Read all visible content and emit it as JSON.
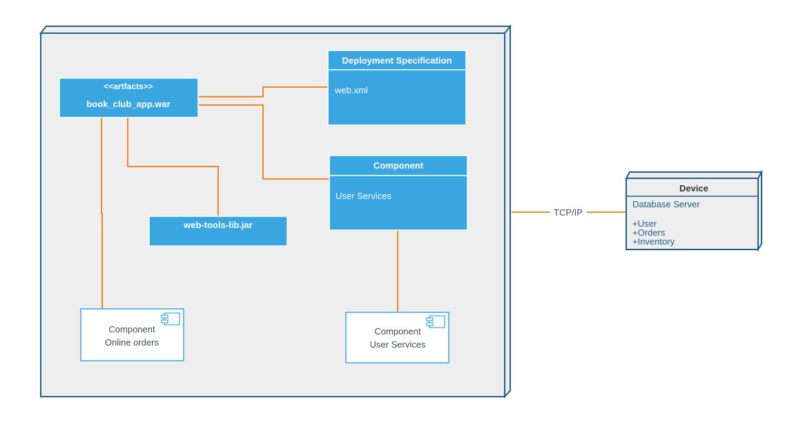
{
  "colors": {
    "node_border": "#1f5f8b",
    "node_fill": "#eeeeef",
    "box_fill": "#39a6e2",
    "connector": "#f0882a",
    "text_dark": "#444a55",
    "text_light": "#ffffff"
  },
  "artifact": {
    "stereotype": "<<artfacts>>",
    "name": "book_club_app.war"
  },
  "deployment_spec": {
    "title": "Deployment Specification",
    "body": "web.xml"
  },
  "component_box": {
    "title": "Component",
    "body": "User Services"
  },
  "library": {
    "name": "web-tools-lib.jar"
  },
  "component_online": {
    "line1": "Component",
    "line2": "Online orders",
    "icon": "component-icon"
  },
  "component_user": {
    "line1": "Component",
    "line2": "User Services",
    "icon": "component-icon"
  },
  "link": {
    "label": "TCP/IP"
  },
  "device": {
    "title": "Device",
    "subtitle": "Database Server",
    "items": [
      "+User",
      "+Orders",
      "+Inventory"
    ]
  }
}
